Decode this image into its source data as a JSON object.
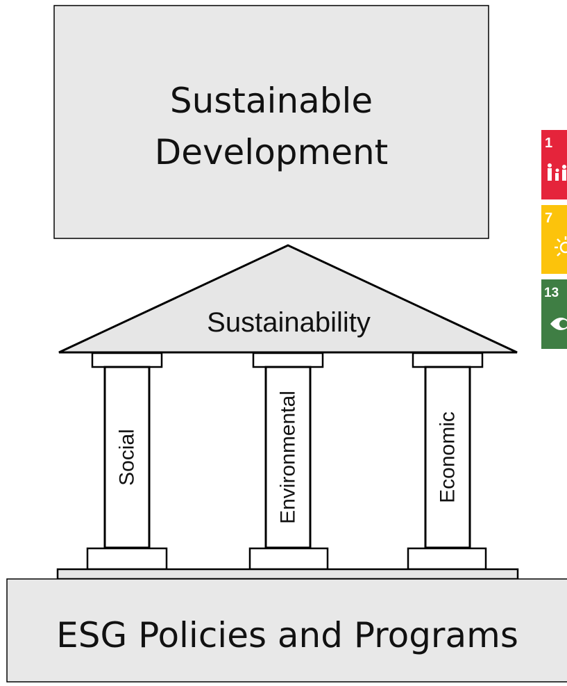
{
  "top_box": {
    "line1": "Sustainable",
    "line2": "Development"
  },
  "temple": {
    "roof_label": "Sustainability",
    "pillars": [
      {
        "label": "Social"
      },
      {
        "label": "Environmental"
      },
      {
        "label": "Economic"
      }
    ]
  },
  "base_box": {
    "label": "ESG Policies and Programs"
  },
  "sdg_tiles": [
    {
      "number": "1",
      "color": "#e5243b",
      "icon": "family-icon"
    },
    {
      "number": "7",
      "color": "#fcc30b",
      "icon": "sun-icon"
    },
    {
      "number": "13",
      "color": "#3f7e44",
      "icon": "eye-icon"
    }
  ],
  "colors": {
    "box_fill": "#e8e8e8",
    "roof_fill": "#e6e6e6",
    "stroke": "#000000"
  }
}
